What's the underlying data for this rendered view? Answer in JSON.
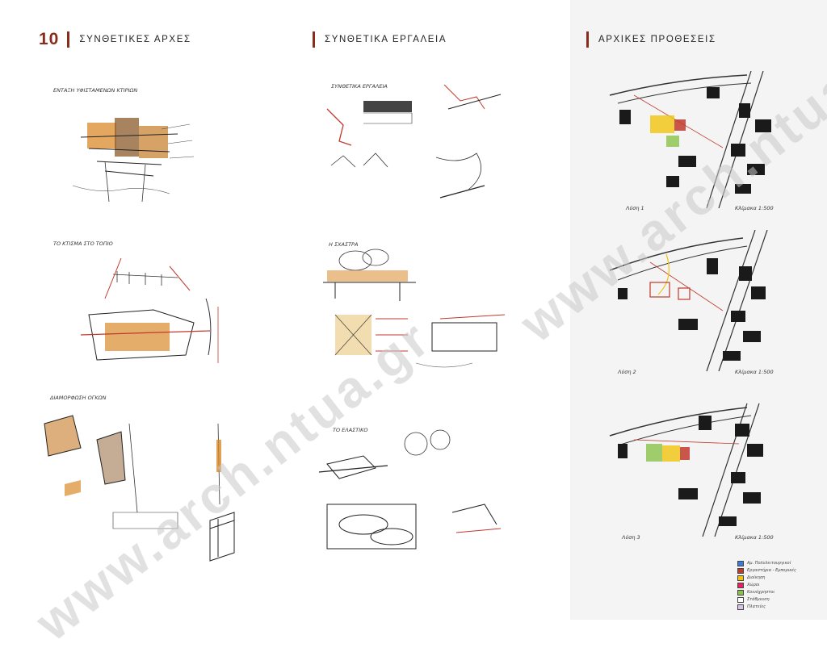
{
  "page": {
    "number": "10",
    "sections": [
      {
        "title": "ΣΥΝΘΕΤΙΚΕΣ ΑΡΧΕΣ"
      },
      {
        "title": "ΣΥΝΘΕΤΙΚΑ ΕΡΓΑΛΕΙΑ"
      },
      {
        "title": "ΑΡΧΙΚΕΣ ΠΡΟΘΕΣΕΙΣ"
      }
    ]
  },
  "sketches": {
    "principles": [
      {
        "caption": "ΕΝΤΑΞΗ ΥΦΙΣΤΑΜΕΝΩΝ ΚΤΙΡΙΩΝ"
      },
      {
        "caption": "ΤΟ ΚΤΙΣΜΑ ΣΤΟ ΤΟΠΙΟ"
      },
      {
        "caption": "ΔΙΑΜΟΡΦΩΣΗ ΟΓΚΩΝ"
      }
    ],
    "tools": [
      {
        "caption": "ΣΥΝΘΕΤΙΚΑ ΕΡΓΑΛΕΙΑ"
      },
      {
        "caption": "Η ΣΧΑΣΤΡΑ"
      },
      {
        "caption": "ΤΟ ΕΛΑΣΤΙΚΟ"
      }
    ],
    "intentions": [
      {
        "caption": "Λύση 1",
        "scale": "Κλίμακα 1:500"
      },
      {
        "caption": "Λύση 2",
        "scale": "Κλίμακα 1:500"
      },
      {
        "caption": "Λύση 3",
        "scale": "Κλίμακα 1:500"
      }
    ]
  },
  "legend": {
    "items": [
      {
        "label": "Αμ. Πολυλειτουργικοί",
        "color": "#3a7bd5"
      },
      {
        "label": "Εργαστήρια - Εμπορικές",
        "color": "#c0392b"
      },
      {
        "label": "Διοίκηση",
        "color": "#f1c40f"
      },
      {
        "label": "Χώροι",
        "color": "#e91e63"
      },
      {
        "label": "Κοινόχρηστοι",
        "color": "#8bc34a"
      },
      {
        "label": "Στάθμευση",
        "color": "#ffffff"
      },
      {
        "label": "Πλατείες",
        "color": "#d7c4e8"
      }
    ]
  },
  "watermark": {
    "text": "www.arch.ntua.gr"
  },
  "colors": {
    "accent": "#8a2c1c",
    "sketch_orange": "#d98a2b",
    "sketch_red": "#c0392b",
    "building_dark": "#1a1a1a"
  }
}
